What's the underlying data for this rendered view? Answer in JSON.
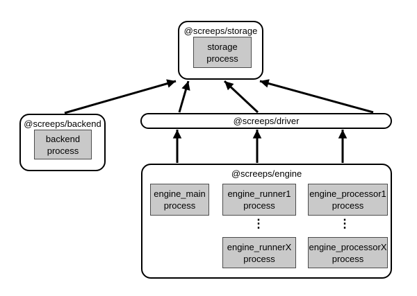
{
  "nodes": {
    "storage": {
      "label": "@screeps/storage",
      "process": "storage\nprocess"
    },
    "backend": {
      "label": "@screeps/backend",
      "process": "backend\nprocess"
    },
    "driver": {
      "label": "@screeps/driver"
    },
    "engine": {
      "label": "@screeps/engine",
      "processes": {
        "main": "engine_main\nprocess",
        "runner1": "engine_runner1\nprocess",
        "runnerX": "engine_runnerX\nprocess",
        "processor1": "engine_processor1\nprocess",
        "processorX": "engine_processorX\nprocess"
      }
    }
  },
  "ellipsis": "⋮",
  "edges": [
    {
      "from": "backend",
      "to": "storage"
    },
    {
      "from": "driver",
      "to": "storage"
    },
    {
      "from": "driver",
      "to": "storage"
    },
    {
      "from": "driver",
      "to": "storage"
    },
    {
      "from": "engine",
      "to": "driver"
    },
    {
      "from": "engine",
      "to": "driver"
    },
    {
      "from": "engine",
      "to": "driver"
    }
  ],
  "colors": {
    "background": "#ffffff",
    "node_fill": "#ffffff",
    "process_fill": "#c9c9c9",
    "border": "#000000",
    "arrow": "#000000"
  }
}
